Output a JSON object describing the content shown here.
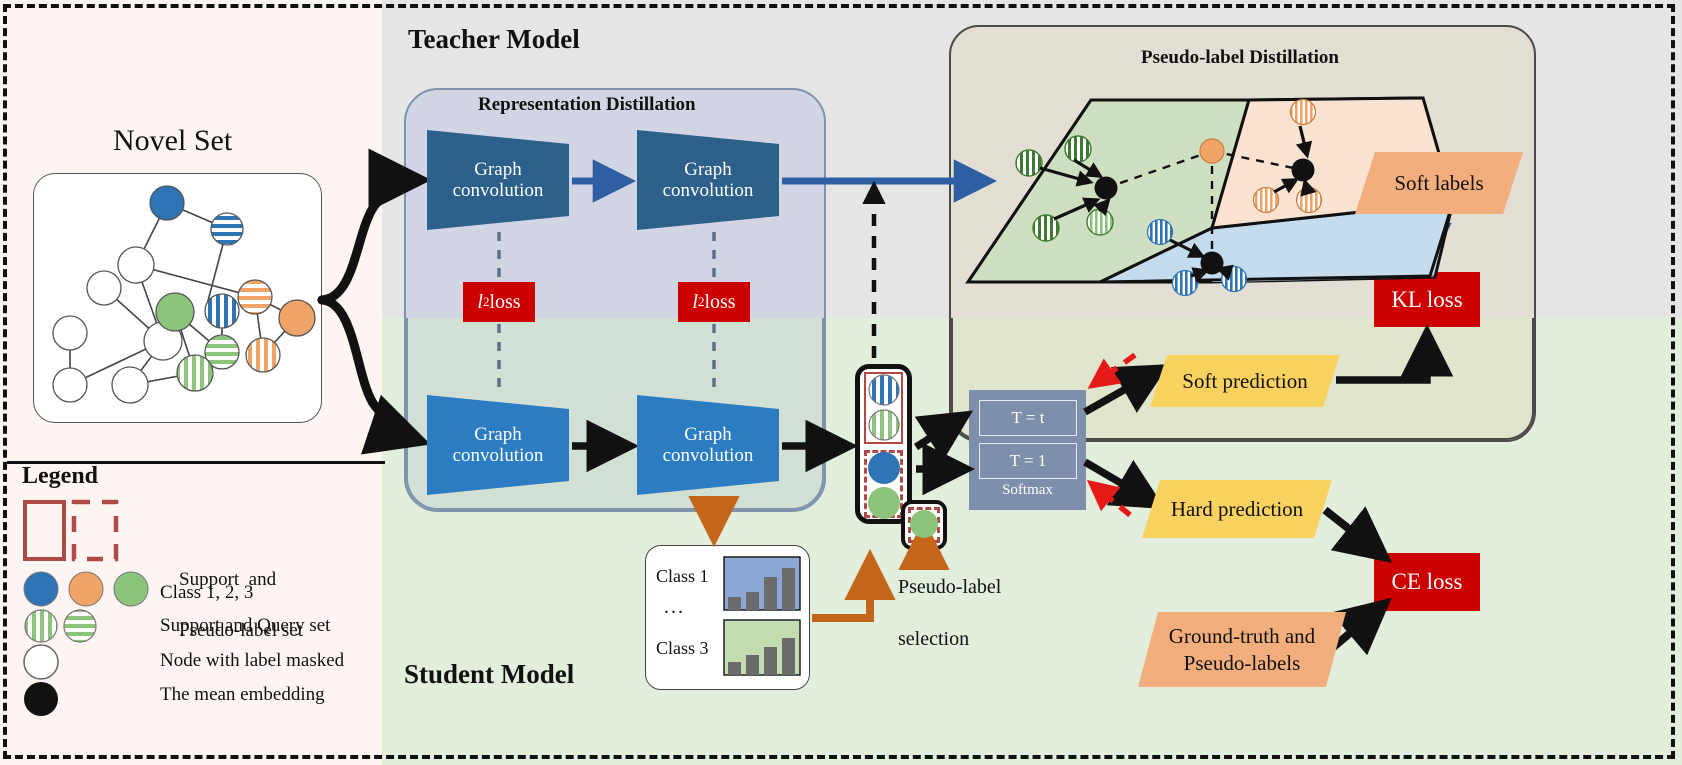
{
  "figure": {
    "teacher_label": "Teacher Model",
    "student_label": "Student Model",
    "novel_set_label": "Novel Set",
    "representation_distillation_label": "Representation Distillation",
    "pseudo_label_distillation_label": "Pseudo-label Distillation"
  },
  "blocks": {
    "graph_conv_line1": "Graph",
    "graph_conv_line2": "convolution",
    "l2_loss_base": "l",
    "l2_loss_sub": "2",
    "l2_loss_word": " loss",
    "kl_loss": "KL loss",
    "ce_loss": "CE loss",
    "soft_labels": "Soft labels",
    "soft_prediction": "Soft prediction",
    "hard_prediction": "Hard prediction",
    "ground_truth_and_pseudo_labels_line1": "Ground-truth and",
    "ground_truth_and_pseudo_labels_line2": "Pseudo-labels",
    "temperature_t": "T = t",
    "temperature_1": "T = 1",
    "softmax": "Softmax",
    "pseudo_label_selection_line1": "Pseudo-label",
    "pseudo_label_selection_line2": "selection",
    "class_1": "Class 1",
    "class_3": "Class 3",
    "ellipsis": "..."
  },
  "legend": {
    "title": "Legend",
    "items": [
      {
        "label_line1": "Support  and",
        "label_line2": "Pseudo-label set"
      },
      {
        "label_line1": "Class 1, 2, 3",
        "label_line2": ""
      },
      {
        "label_line1": "Support and Query set",
        "label_line2": ""
      },
      {
        "label_line1": "Node with label masked",
        "label_line2": ""
      },
      {
        "label_line1": "The mean embedding",
        "label_line2": ""
      }
    ]
  },
  "colors": {
    "class1_blue": "#2f74b5",
    "class2_orange": "#f0a467",
    "class3_green": "#8cc47c",
    "loss_red": "#cc0000",
    "soft_label_orange": "#f3ae7e",
    "prediction_yellow": "#fad25f",
    "teacher_bg": "#e6e6e6",
    "student_bg": "#e2efdc",
    "novel_bg": "#fdf5f1",
    "teacher_conv": "#2d5f8b",
    "student_conv": "#2b7cc0",
    "softmax_block": "#7e8fab",
    "support_outline_red": "#b04a47",
    "pseudo_arrow_orange": "#c4651a",
    "teacher_arrow_blue": "#2e5fa3",
    "stop_gradient_red": "#e61919"
  },
  "chart_data": [
    {
      "type": "bar",
      "title": "Class 1",
      "categories": [
        "1",
        "2",
        "3",
        "4"
      ],
      "values": [
        18,
        26,
        66,
        84
      ],
      "ylim": [
        0,
        100
      ],
      "panel_color": "#8ba7d4"
    },
    {
      "type": "bar",
      "title": "Class 3",
      "categories": [
        "1",
        "2",
        "3",
        "4"
      ],
      "values": [
        14,
        34,
        50,
        76
      ],
      "ylim": [
        0,
        100
      ],
      "panel_color": "#c3dcb0"
    }
  ]
}
